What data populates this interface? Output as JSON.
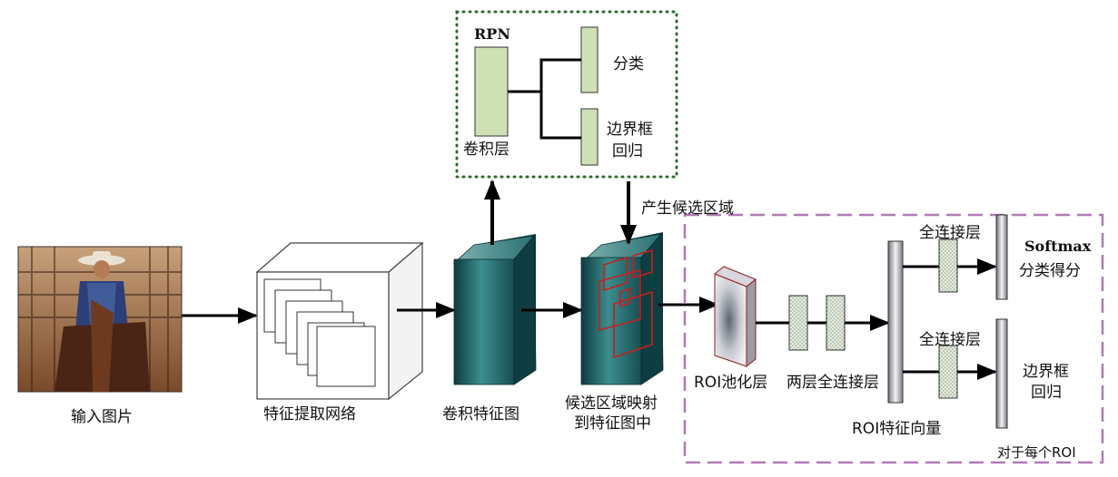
{
  "input": {
    "label": "输入图片"
  },
  "feature_net": {
    "label": "特征提取网络"
  },
  "conv_feature": {
    "label": "卷积特征图"
  },
  "mapping": {
    "label_line1": "候选区域映射",
    "label_line2": "到特征图中"
  },
  "rpn": {
    "title": "RPN",
    "conv_label": "卷积层",
    "cls_label": "分类",
    "bbox_label_line1": "边界框",
    "bbox_label_line2": "回归"
  },
  "proposal_label": "产生候选区域",
  "roi_pool": {
    "label": "ROI池化层"
  },
  "two_fc": {
    "label": "两层全连接层"
  },
  "roi_vector": {
    "label": "ROI特征向量"
  },
  "fc_top": {
    "label": "全连接层"
  },
  "fc_bottom": {
    "label": "全连接层"
  },
  "softmax": {
    "label_line1": "Softmax",
    "label_line2": "分类得分"
  },
  "bbox_out": {
    "label_line1": "边界框",
    "label_line2": "回归"
  },
  "per_roi_label": "对于每个ROI",
  "colors": {
    "rpn_box_border": "#2e6b2e",
    "roi_box_border": "#b07ab5",
    "rpn_block_fill": "#cfe0b4",
    "teal": "#2e7f80",
    "proposal_red": "#c81e1e",
    "arrow": "#000000"
  }
}
